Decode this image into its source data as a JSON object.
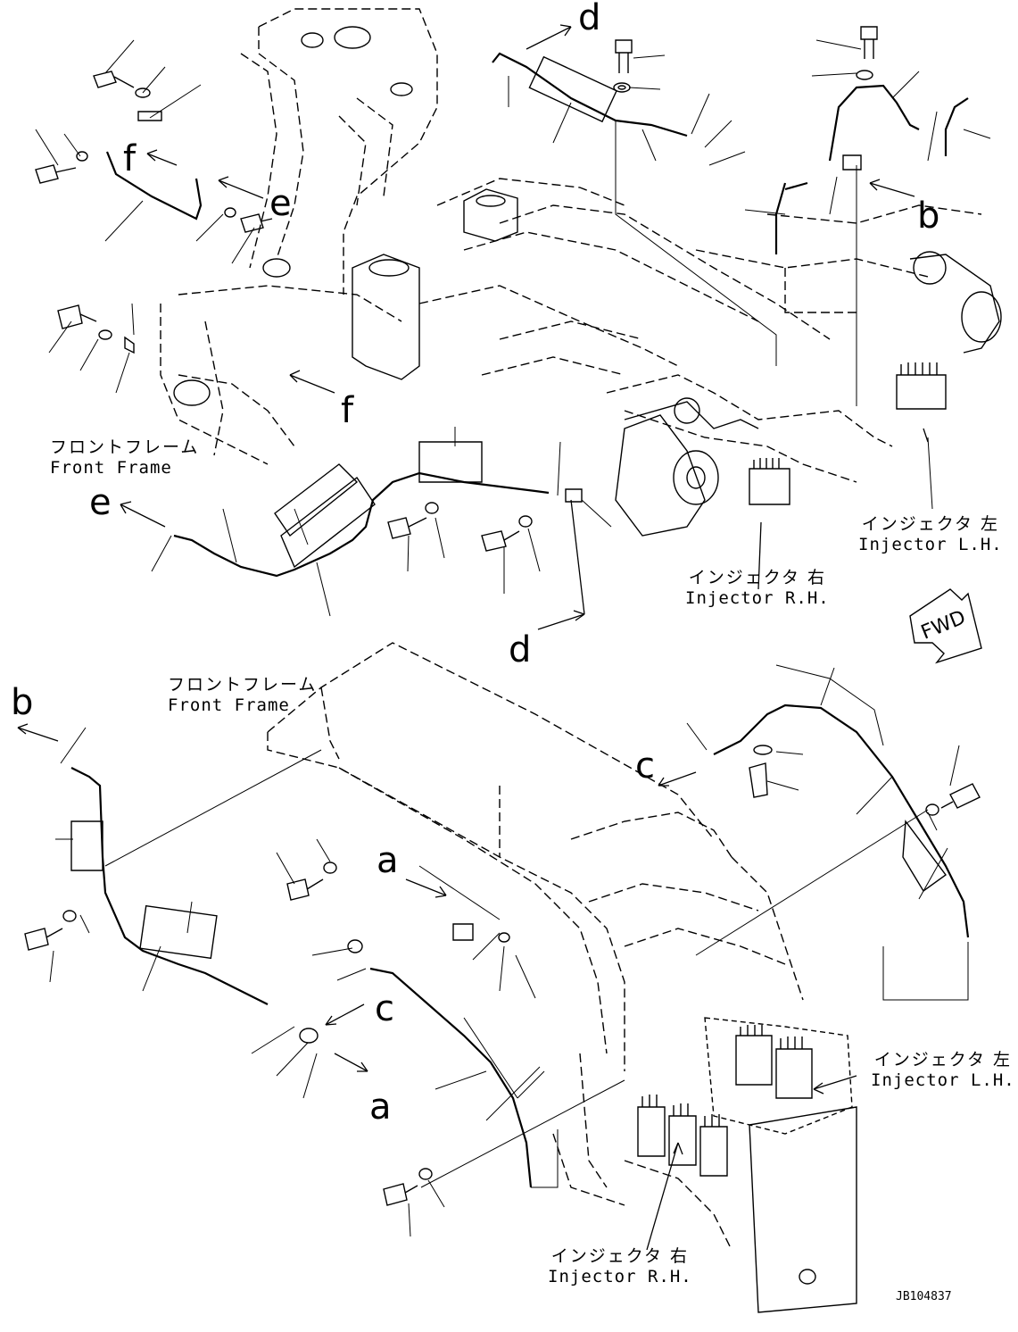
{
  "callout_letters": {
    "d_top": "d",
    "f_left": "f",
    "e_left": "e",
    "b_top": "b",
    "f_mid": "f",
    "e_mid": "e",
    "d_mid": "d",
    "b_lower": "b",
    "c_right": "c",
    "a_upper": "a",
    "c_lower": "c",
    "a_lower": "a"
  },
  "labels": {
    "front_frame_jp": "フロントフレーム",
    "front_frame_en": "Front Frame",
    "injector_lh_jp": "インジェクタ 左",
    "injector_lh_en": "Injector L.H.",
    "injector_rh_jp": "インジェクタ 右",
    "injector_rh_en": "Injector R.H.",
    "fwd": "FWD"
  },
  "drawing_code": "JB104837"
}
